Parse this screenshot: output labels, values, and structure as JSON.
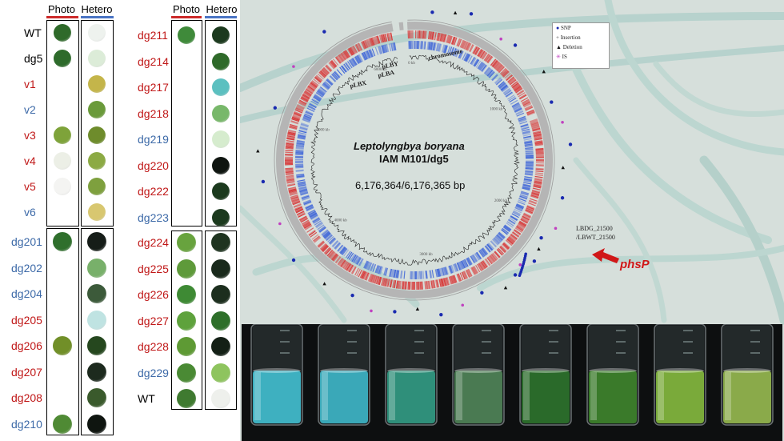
{
  "left_panel": {
    "headers": {
      "photo": "Photo",
      "hetero": "Hetero"
    },
    "colors": {
      "photo_bar": "#cc2a2a",
      "hetero_bar": "#4a74c4"
    },
    "group1": [
      {
        "label": "WT",
        "color": "black",
        "photo": "#2f6a2a",
        "hetero": "#eef2ee"
      },
      {
        "label": "dg5",
        "color": "black",
        "photo": "#2e6b2b",
        "hetero": "#dcecd8"
      },
      {
        "label": "v1",
        "color": "red",
        "photo": "",
        "hetero": "#c4b54a"
      },
      {
        "label": "v2",
        "color": "blue",
        "photo": "",
        "hetero": "#6a9a3a"
      },
      {
        "label": "v3",
        "color": "red",
        "photo": "#7ea33a",
        "hetero": "#6e8c2c"
      },
      {
        "label": "v4",
        "color": "red",
        "photo": "#ecefe6",
        "hetero": "#8caa44"
      },
      {
        "label": "v5",
        "color": "red",
        "photo": "#f4f4f2",
        "hetero": "#7ea03e"
      },
      {
        "label": "v6",
        "color": "blue",
        "photo": "",
        "hetero": "#d8c770"
      }
    ],
    "group2": [
      {
        "label": "dg201",
        "color": "blue",
        "photo": "#2f6f2c",
        "hetero": "#161d18"
      },
      {
        "label": "dg202",
        "color": "blue",
        "photo": "",
        "hetero": "#78b06a"
      },
      {
        "label": "dg204",
        "color": "blue",
        "photo": "",
        "hetero": "#3c5a3a"
      },
      {
        "label": "dg205",
        "color": "red",
        "photo": "",
        "hetero": "#bfe3e2"
      },
      {
        "label": "dg206",
        "color": "red",
        "photo": "#718f28",
        "hetero": "#25471e"
      },
      {
        "label": "dg207",
        "color": "red",
        "photo": "",
        "hetero": "#1d2a1e"
      },
      {
        "label": "dg208",
        "color": "red",
        "photo": "",
        "hetero": "#3a5a2c"
      },
      {
        "label": "dg210",
        "color": "blue",
        "photo": "#4f8a34",
        "hetero": "#0f1510"
      }
    ],
    "group3": [
      {
        "label": "dg211",
        "color": "red",
        "photo": "#3f8a3a",
        "hetero": "#1c3a1e"
      },
      {
        "label": "dg214",
        "color": "red",
        "photo": "",
        "hetero": "#2f6a2a"
      },
      {
        "label": "dg217",
        "color": "red",
        "photo": "",
        "hetero": "#5cc0c0"
      },
      {
        "label": "dg218",
        "color": "red",
        "photo": "",
        "hetero": "#78b86a"
      },
      {
        "label": "dg219",
        "color": "blue",
        "photo": "",
        "hetero": "#d6ecce"
      },
      {
        "label": "dg220",
        "color": "red",
        "photo": "",
        "hetero": "#0f1510"
      },
      {
        "label": "dg222",
        "color": "red",
        "photo": "",
        "hetero": "#1c3a1e"
      },
      {
        "label": "dg223",
        "color": "blue",
        "photo": "",
        "hetero": "#1c3a1e"
      }
    ],
    "group4": [
      {
        "label": "dg224",
        "color": "red",
        "photo": "#68a33e",
        "hetero": "#1f3420"
      },
      {
        "label": "dg225",
        "color": "red",
        "photo": "#5e9a3a",
        "hetero": "#1a2a1c"
      },
      {
        "label": "dg226",
        "color": "red",
        "photo": "#3e8a34",
        "hetero": "#1c2e1e"
      },
      {
        "label": "dg227",
        "color": "red",
        "photo": "#5ea23c",
        "hetero": "#2e6f2a"
      },
      {
        "label": "dg228",
        "color": "red",
        "photo": "#5e9a34",
        "hetero": "#142016"
      },
      {
        "label": "dg229",
        "color": "blue",
        "photo": "#4a8a34",
        "hetero": "#8ec45e"
      },
      {
        "label": "WT",
        "color": "black",
        "photo": "#3f7a30",
        "hetero": "#eef0ec"
      }
    ]
  },
  "genome_map": {
    "organism": "Leptolyngbya boryana",
    "strain": "IAM M101/dg5",
    "size": "6,176,364/6,176,365 bp",
    "contigs": [
      "chromosome",
      "pLBA",
      "pLBY",
      "pLBX"
    ],
    "legend": [
      {
        "symbol": "circle",
        "label": "SNP",
        "color": "#1a2ab0"
      },
      {
        "symbol": "plus",
        "label": "Insertion",
        "color": "#555555"
      },
      {
        "symbol": "triangle",
        "label": "Deletion",
        "color": "#111111"
      },
      {
        "symbol": "star",
        "label": "IS",
        "color": "#c040c0"
      }
    ],
    "tick_labels": [
      "1000 kb",
      "2000 kb",
      "3000 kb",
      "4000 kb",
      "5000 kb",
      "6000 kb",
      "0 kb"
    ],
    "highlight_gene": {
      "id_dg": "LBDG_21500",
      "id_wt": "/LBWT_21500",
      "name": "phsP"
    },
    "colors": {
      "forward": "#d83838",
      "reverse": "#3a62d8",
      "backbone": "#b5b5b5",
      "arrow": "#d01818"
    }
  },
  "culture_photo": {
    "tubes": [
      "#3eb0c0",
      "#3aa8b8",
      "#2f8f7a",
      "#4a7a52",
      "#2a6a2a",
      "#3a7a2a",
      "#7aaa3a",
      "#8aaa4a"
    ]
  }
}
